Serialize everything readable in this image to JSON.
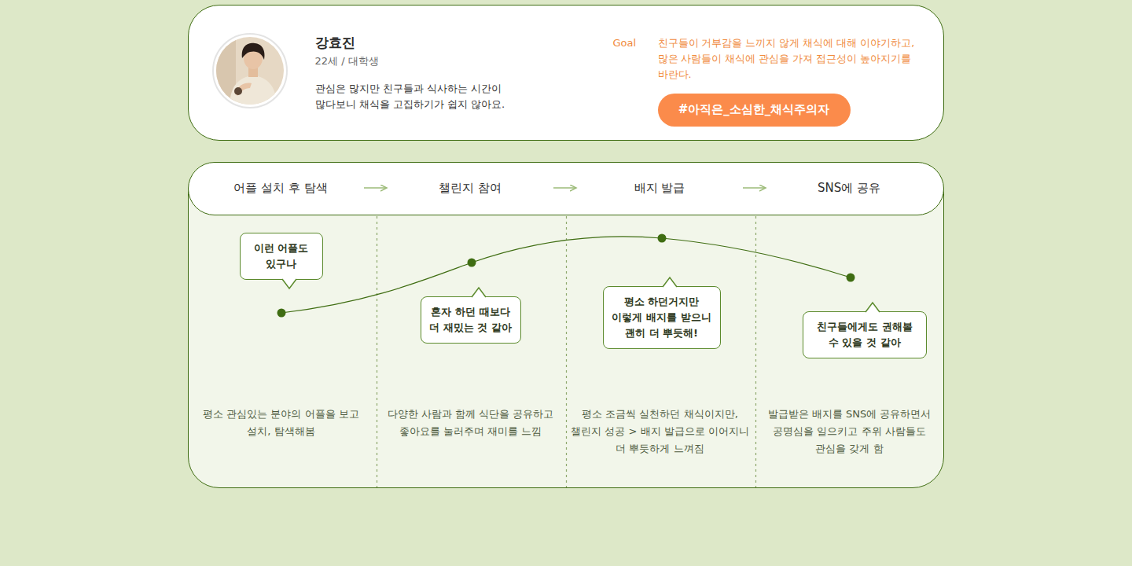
{
  "diagram": {
    "nodes": [
      {
        "text": [
          "강효진",
          "22세 / 대학생",
          "관심은 많지만 친구들과 식사하는 시간이 많다보니 채식을 고집하기가 쉽지 않아요.",
          "Goal",
          "친구들이 거부감을 느끼지 않게 채식에 대해 이야기하고, 많은 사람들이 채식에 관심을 가져 접근성이 높아지기를 바란다."
        ]
      },
      {
        "text": [
          "#아직은_소심한_채식주의자"
        ],
        "in": 0
      },
      {
        "text": [
          "평소 관심있는 분야의 어플을 보고 설치, 탐색해봄",
          "다양한 사람과 함께 식단을 공유하고 좋아요를 눌러주며 재미를 느낌",
          "평소 조금씩 실천하던 채식이지만, 챌린지 성공 > 배지 발급으로 이어지니 더 뿌듯하게 느껴짐",
          "발급받은 배지를 SNS에 공유하면서 공명심을 일으키고 주위 사람들도 관심을 갖게 함"
        ]
      },
      {
        "text": [],
        "in": 2
      },
      {
        "text": [
          "어플 설치 후 탐색"
        ],
        "in": 3
      },
      {
        "text": [
          "챌린지 참여"
        ],
        "in": 3
      },
      {
        "text": [
          "배지 발급"
        ],
        "in": 3
      },
      {
        "text": [
          "SNS에 공유"
        ],
        "in": 3
      },
      {
        "text": [
          "이런 어플도 있구나"
        ],
        "in": 2
      },
      {
        "text": [
          "혼자 하던 때보다 더 재밌는 것 같아"
        ],
        "in": 2
      },
      {
        "text": [
          "평소 하던거지만 이렇게 배지를 받으니 괜히 더 뿌듯해!"
        ],
        "in": 2
      },
      {
        "text": [
          "친구들에게도 권해볼 수 있을 것 같아"
        ],
        "in": 2
      }
    ],
    "edges": [
      {
        "from": 4,
        "to": 5,
        "arrow": "to"
      },
      {
        "from": 5,
        "to": 6,
        "arrow": "to"
      },
      {
        "from": 6,
        "to": 7,
        "arrow": "to"
      }
    ]
  }
}
